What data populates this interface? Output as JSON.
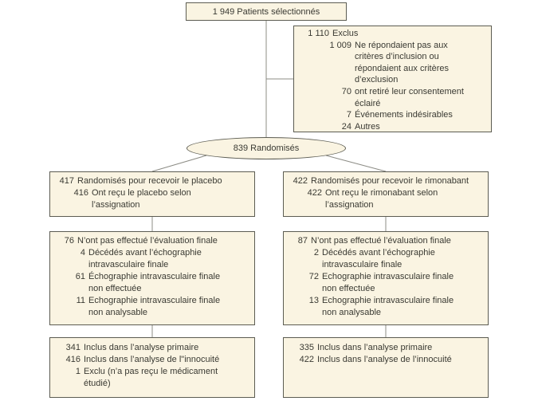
{
  "colors": {
    "box_fill": "#faf4e2",
    "box_border": "#5c5c52",
    "connector_line": "#8c8c85",
    "text": "#3a3a33"
  },
  "flow": {
    "selected": {
      "label": "1 949 Patients sélectionnés"
    },
    "excluded": {
      "rows": [
        {
          "num": "1 110",
          "text": "Exclus",
          "lvl": 0
        },
        {
          "num": "1 009",
          "text": "Ne répondaient pas aux",
          "lvl": 1
        },
        {
          "num": "",
          "text": "critères d’inclusion ou",
          "lvl": 1
        },
        {
          "num": "",
          "text": "répondaient aux critères",
          "lvl": 1
        },
        {
          "num": "",
          "text": "d’exclusion",
          "lvl": 1
        },
        {
          "num": "70",
          "text": "ont retiré leur consentement",
          "lvl": 1
        },
        {
          "num": "",
          "text": "éclairé",
          "lvl": 1
        },
        {
          "num": "7",
          "text": "Événements indésirables",
          "lvl": 1
        },
        {
          "num": "24",
          "text": "Autres",
          "lvl": 1
        }
      ]
    },
    "randomized": {
      "label": "839 Randomisés"
    },
    "placebo": {
      "assignment": [
        {
          "num": "417",
          "text": "Randomisés pour recevoir le placebo",
          "lvl": 0
        },
        {
          "num": "416",
          "text": "Ont reçu le placebo selon",
          "lvl": 1
        },
        {
          "num": "",
          "text": "l’assignation",
          "lvl": 1
        }
      ],
      "followup": [
        {
          "num": "76",
          "text": "N’ont pas effectué l’évaluation finale",
          "lvl": 0
        },
        {
          "num": "4",
          "text": "Décédés avant l’échographie",
          "lvl": 1
        },
        {
          "num": "",
          "text": "intravasculaire finale",
          "lvl": 1
        },
        {
          "num": "61",
          "text": "Échographie intravasculaire finale",
          "lvl": 1
        },
        {
          "num": "",
          "text": "non effectuée",
          "lvl": 1
        },
        {
          "num": "11",
          "text": "Echographie intravasculaire finale",
          "lvl": 1
        },
        {
          "num": "",
          "text": "non analysable",
          "lvl": 1
        }
      ],
      "analysis": [
        {
          "num": "341",
          "text": "Inclus dans l’analyse primaire",
          "lvl": 0
        },
        {
          "num": "416",
          "text": "Inclus dans l’analyse de l\"innocuité",
          "lvl": 0
        },
        {
          "num": "1",
          "text": "Exclu (n’a pas reçu le médicament",
          "lvl": 0
        },
        {
          "num": "",
          "text": "étudié)",
          "lvl": 0
        }
      ]
    },
    "rimonabant": {
      "assignment": [
        {
          "num": "422",
          "text": "Randomisés pour recevoir le rimonabant",
          "lvl": 0
        },
        {
          "num": "422",
          "text": "Ont reçu le rimonabant selon",
          "lvl": 1
        },
        {
          "num": "",
          "text": "l’assignation",
          "lvl": 1
        }
      ],
      "followup": [
        {
          "num": "87",
          "text": "N’ont pas effectué l’évaluation finale",
          "lvl": 0
        },
        {
          "num": "2",
          "text": "Décédés avant l’échographie",
          "lvl": 1
        },
        {
          "num": "",
          "text": "intravasculaire finale",
          "lvl": 1
        },
        {
          "num": "72",
          "text": "Echographie intravasculaire finale",
          "lvl": 1
        },
        {
          "num": "",
          "text": "non effectuée",
          "lvl": 1
        },
        {
          "num": "13",
          "text": "Echographie intravasculaire finale",
          "lvl": 1
        },
        {
          "num": "",
          "text": "non analysable",
          "lvl": 1
        }
      ],
      "analysis": [
        {
          "num": "335",
          "text": "Inclus dans l’analyse primaire",
          "lvl": 0
        },
        {
          "num": "422",
          "text": "Inclus dans l’analyse de l’innocuité",
          "lvl": 0
        }
      ]
    }
  }
}
